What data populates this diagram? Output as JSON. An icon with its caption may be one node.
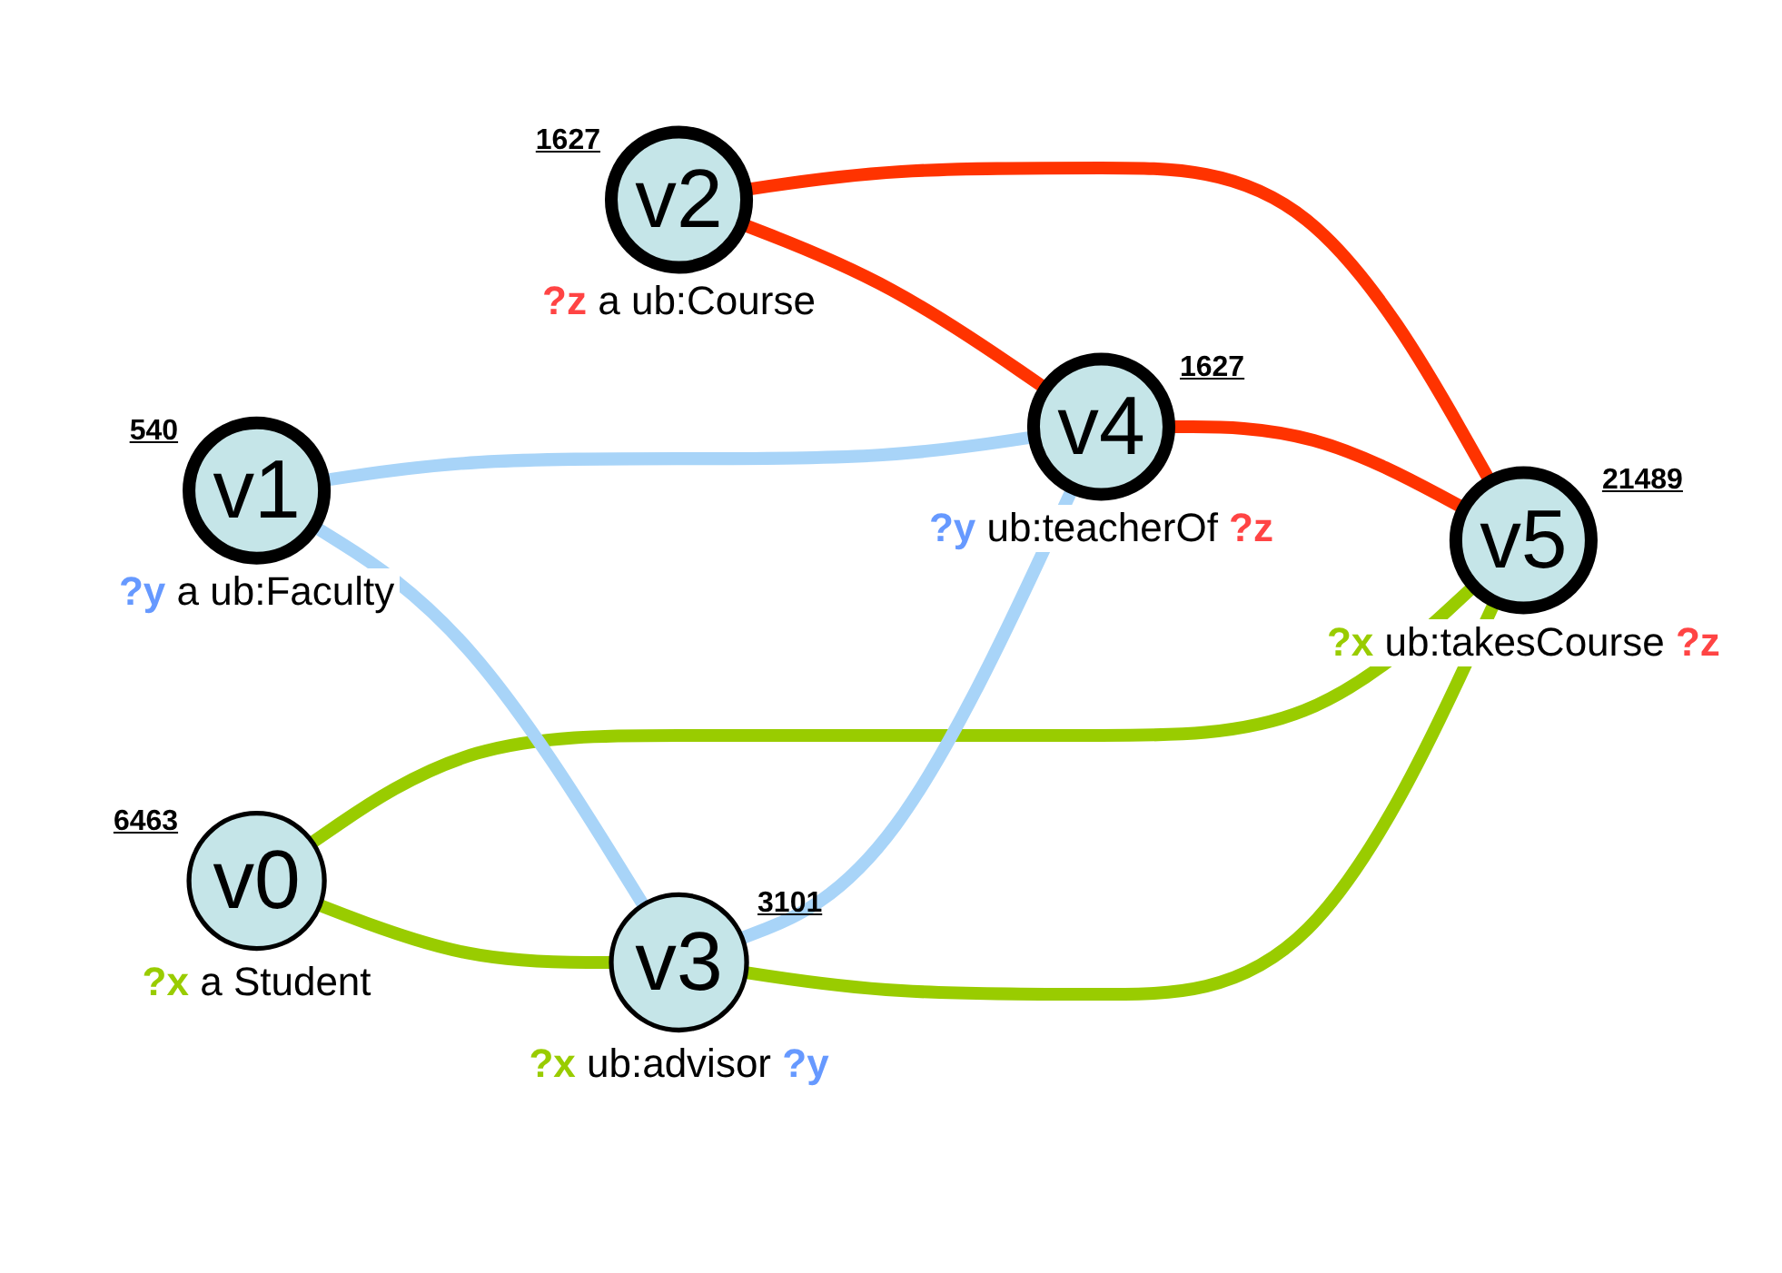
{
  "diagram": {
    "nodes": [
      {
        "text": [
          "v0"
        ],
        "beside": [
          "6463",
          "**?x** a Student"
        ]
      },
      {
        "text": [
          "v1"
        ],
        "beside": [
          "540",
          "**?y** a ub:Faculty"
        ]
      },
      {
        "text": [
          "v2"
        ],
        "beside": [
          "1627",
          "**?z** a ub:Course"
        ]
      },
      {
        "text": [
          "v3"
        ],
        "beside": [
          "3101",
          "**?x** ub:advisor **?y**"
        ]
      },
      {
        "text": [
          "v4"
        ],
        "beside": [
          "1627",
          "**?y** ub:teacherOf **?z**"
        ]
      },
      {
        "text": [
          "v5"
        ],
        "beside": [
          "21489",
          "**?x** ub:takesCourse **?z**"
        ]
      }
    ],
    "edges": [
      {
        "from": 0,
        "to": 3,
        "arrow": "none",
        "color": "#99cc00"
      },
      {
        "from": 0,
        "to": 5,
        "arrow": "none",
        "color": "#99cc00"
      },
      {
        "from": 3,
        "to": 5,
        "arrow": "none",
        "color": "#99cc00"
      },
      {
        "from": 1,
        "to": 3,
        "arrow": "none",
        "color": "#a8d4f8"
      },
      {
        "from": 1,
        "to": 4,
        "arrow": "none",
        "color": "#a8d4f8"
      },
      {
        "from": 3,
        "to": 4,
        "arrow": "none",
        "color": "#a8d4f8"
      },
      {
        "from": 2,
        "to": 4,
        "arrow": "none",
        "color": "#ff3300"
      },
      {
        "from": 2,
        "to": 5,
        "arrow": "none",
        "color": "#ff3300"
      },
      {
        "from": 4,
        "to": 5,
        "arrow": "none",
        "color": "#ff3300"
      }
    ]
  }
}
